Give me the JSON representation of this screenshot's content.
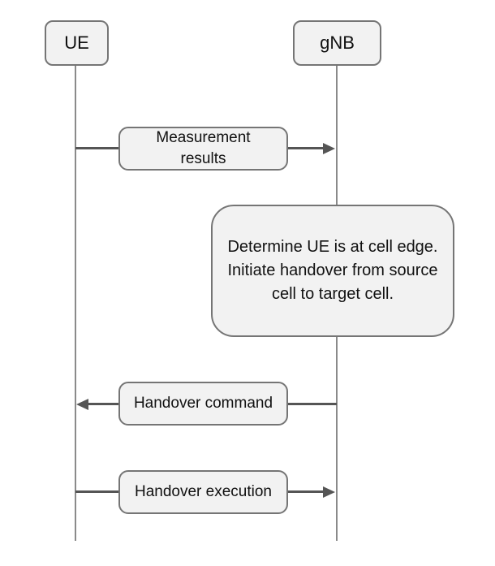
{
  "diagram": {
    "type": "sequence-diagram",
    "actors": [
      {
        "id": "ue",
        "label": "UE"
      },
      {
        "id": "gnb",
        "label": "gNB"
      }
    ],
    "messages": [
      {
        "from": "UE",
        "to": "gNB",
        "direction": "right",
        "label": "Measurement results"
      },
      {
        "from": "gNB",
        "to": "UE",
        "direction": "left",
        "label": "Handover command"
      },
      {
        "from": "UE",
        "to": "gNB",
        "direction": "right",
        "label": "Handover execution"
      }
    ],
    "note": {
      "attached_to": "gNB",
      "text": "Determine UE is at cell edge. Initiate handover from source cell to target cell."
    },
    "colors": {
      "box_fill": "#f2f2f2",
      "box_border": "#757575",
      "arrow": "#555555",
      "lifeline": "#8a8a8a",
      "text": "#111111",
      "background": "#ffffff"
    }
  }
}
